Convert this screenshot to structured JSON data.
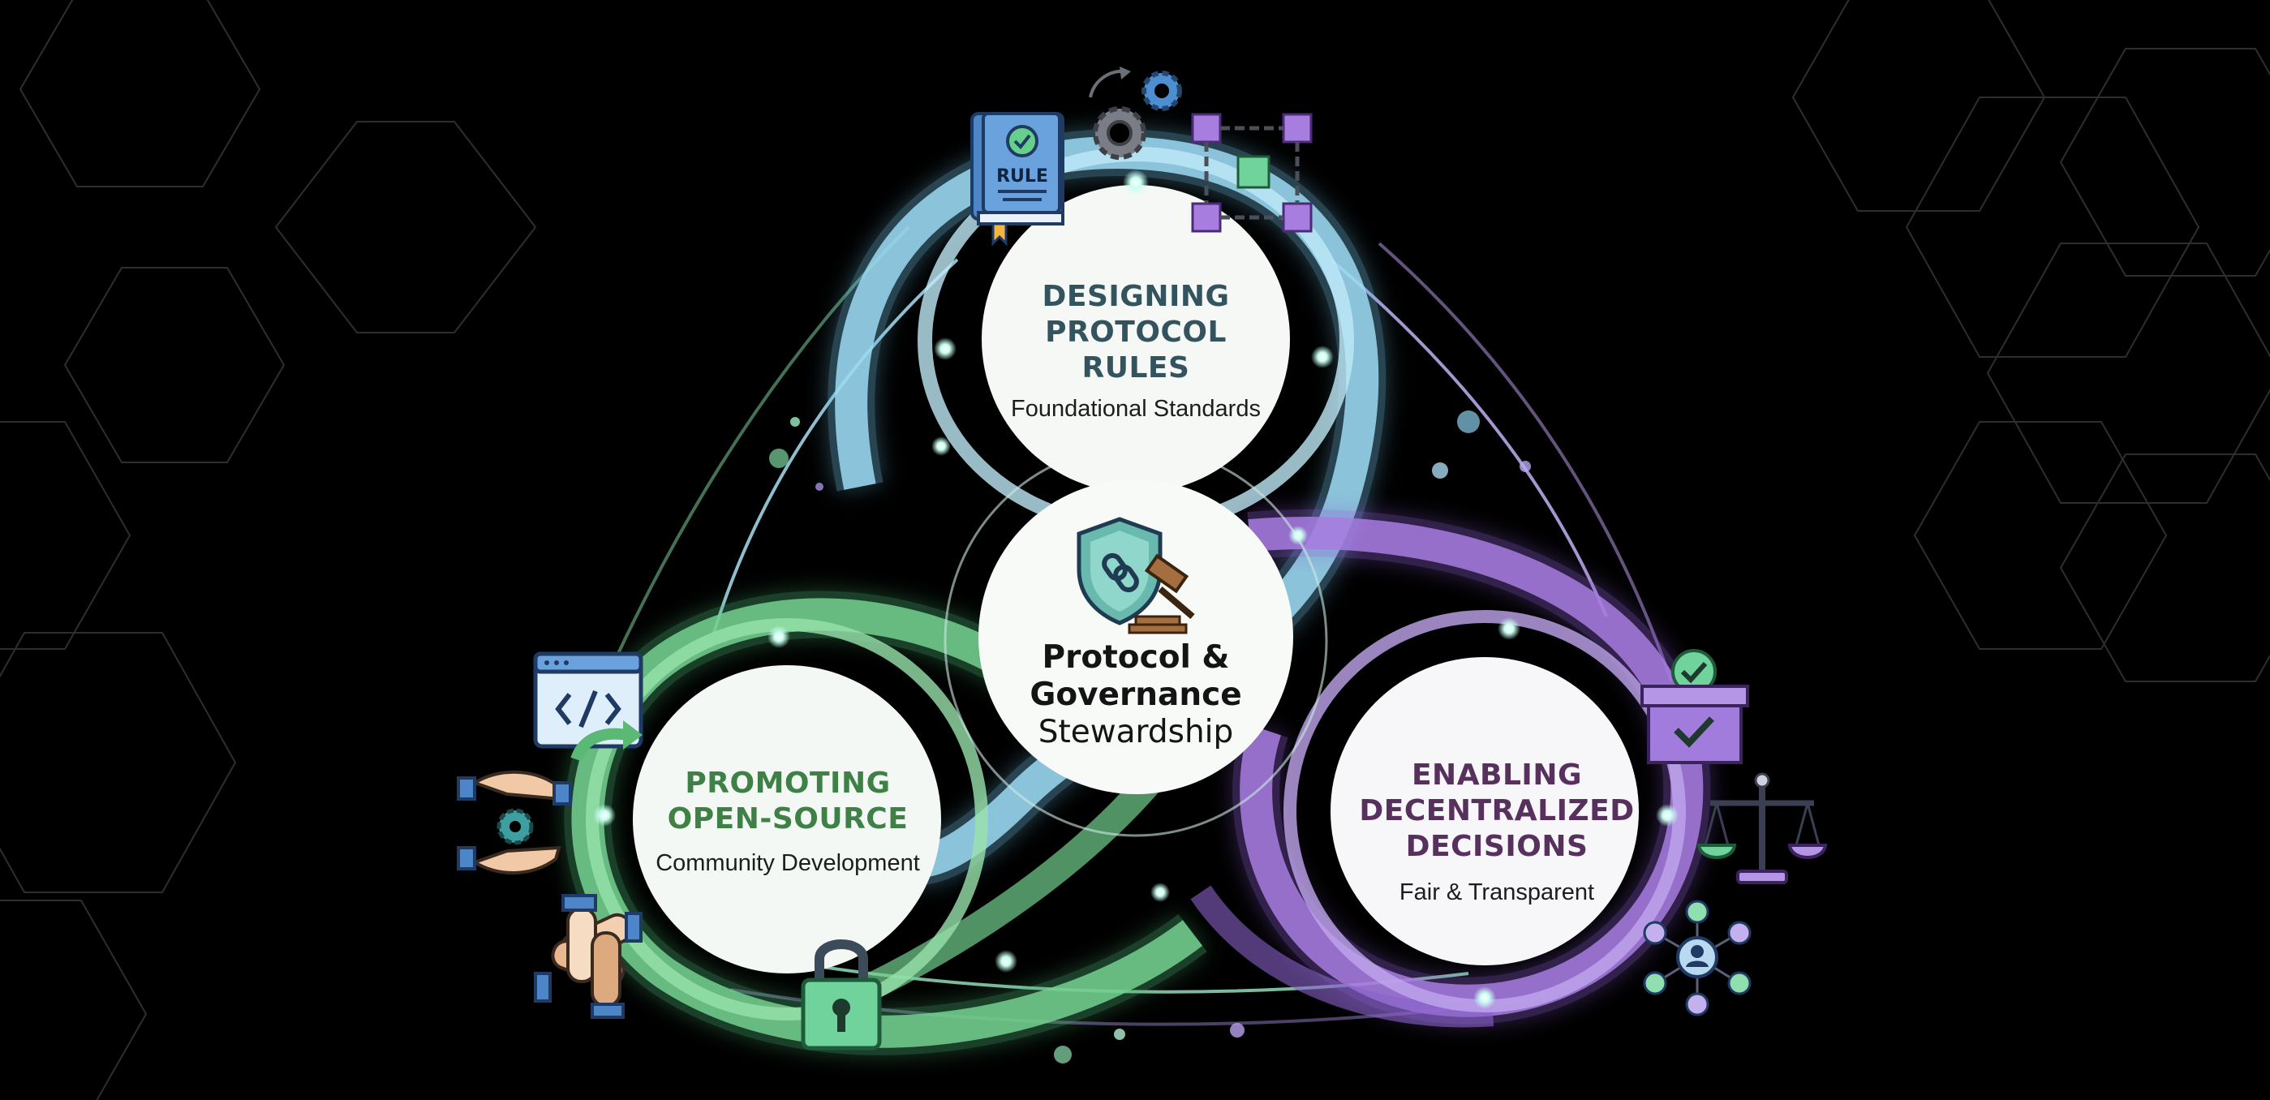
{
  "center": {
    "title": "Protocol &\nGovernance",
    "subtitle": "Stewardship"
  },
  "nodes": {
    "top": {
      "title": "DESIGNING\nPROTOCOL\nRULES",
      "subtitle": "Foundational Standards"
    },
    "left": {
      "title": "PROMOTING\nOPEN-SOURCE",
      "subtitle": "Community Development"
    },
    "right": {
      "title": "ENABLING\nDECENTRALIZED\nDECISIONS",
      "subtitle": "Fair & Transparent"
    }
  },
  "icons": {
    "rule_book": {
      "name": "rule-book-icon",
      "label": "RULE"
    },
    "gears": "gears-icon",
    "blockchain": "blockchain-cubes-icon",
    "shield_gavel": "shield-gavel-icon",
    "code_window": "code-window-icon",
    "hands_gear": "hands-gear-icon",
    "team_hands": "team-hands-icon",
    "padlock": "padlock-icon",
    "ballot_box": "ballot-box-icon",
    "scales": "scales-icon",
    "network": "user-network-icon"
  },
  "colors": {
    "background": "#000000",
    "blue": "#7cc7e8",
    "green": "#5fc77e",
    "purple": "#9b6fd8",
    "node_fill": "#f6f8f6"
  }
}
